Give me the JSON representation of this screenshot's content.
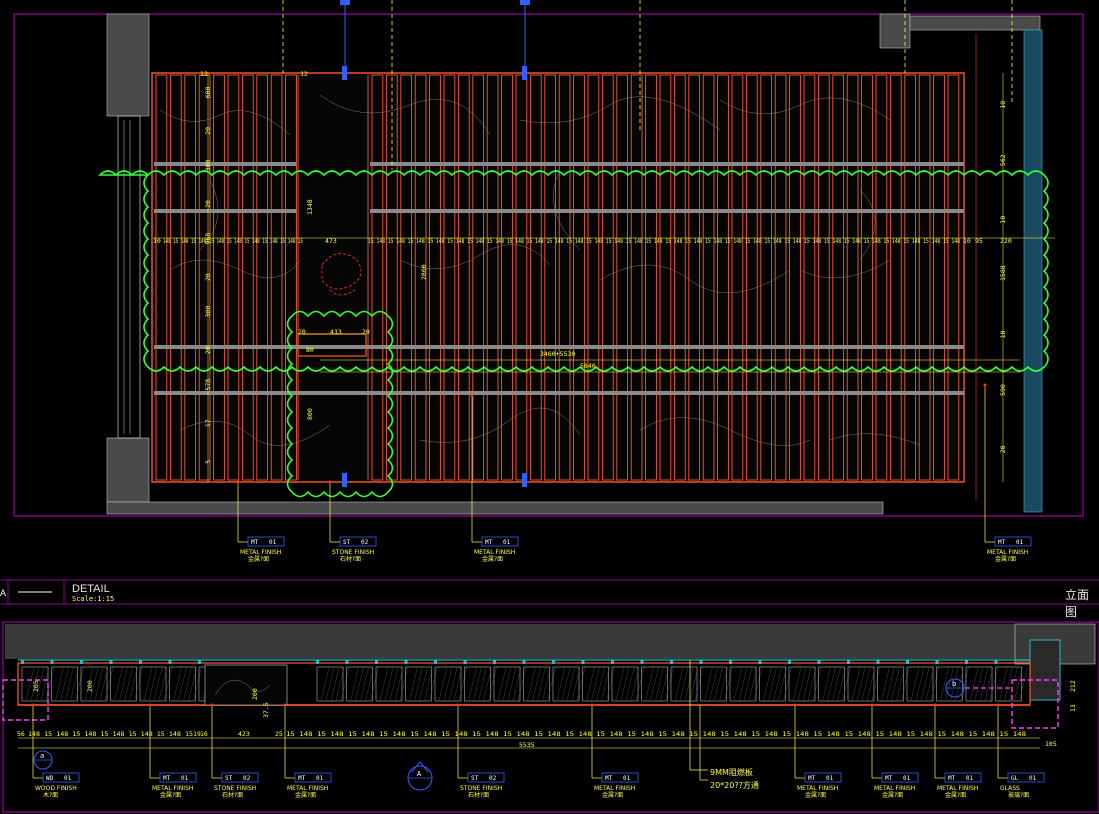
{
  "titles": {
    "detail": "DETAIL",
    "scale_label": "Scale:",
    "scale_value": "1:15",
    "elevation": "立面图",
    "section_letter": "A"
  },
  "plan": {
    "module": "148",
    "joint": "15",
    "left_end": "10",
    "gap_width": "473",
    "right_a": "10",
    "right_b": "95",
    "right_c": "220",
    "ref_a": "12",
    "ref_b": "12",
    "opening_width": "433",
    "opening_left": "20",
    "opening_right": "20",
    "opening_h": "80",
    "overall_a": "3460+5530",
    "overall_b": "5840",
    "left_dims": [
      "600",
      "20",
      "300",
      "20",
      "968",
      "20",
      "300",
      "20",
      "578",
      "17",
      "5"
    ],
    "mid_dims": [
      "1348",
      "2800",
      "800"
    ],
    "right_dims": [
      "10",
      "562",
      "10",
      "1588",
      "10",
      "590",
      "20"
    ]
  },
  "plan_callouts": [
    {
      "code": "MT",
      "num": "01",
      "en": "METAL FINISH",
      "cn": "金属?面"
    },
    {
      "code": "ST",
      "num": "02",
      "en": "STONE FINISH",
      "cn": "石材?面"
    },
    {
      "code": "MT",
      "num": "01",
      "en": "METAL FINISH",
      "cn": "金属?面"
    },
    {
      "code": "MT",
      "num": "01",
      "en": "METAL FINISH",
      "cn": "金属?面"
    }
  ],
  "section": {
    "module": "148",
    "joint": "15",
    "left_start": "56",
    "mid_a": "19",
    "mid_b": "16",
    "opening": "423",
    "opening_r": "25",
    "overall": "5535",
    "right_end": "105",
    "left_h": "205",
    "inner_h": "200",
    "opening_h": "200",
    "opening_small": "37.5",
    "right_h": "212",
    "right_small": "13",
    "note_1": "9MM阻燃板",
    "note_2": "20*20??方通",
    "marker_a": "a",
    "marker_b": "b",
    "marker_sec": "A"
  },
  "section_callouts": [
    {
      "code": "WD",
      "num": "01",
      "en": "WOOD FINISH",
      "cn": "木?面"
    },
    {
      "code": "MT",
      "num": "01",
      "en": "METAL FINISH",
      "cn": "金属?面"
    },
    {
      "code": "ST",
      "num": "02",
      "en": "STONE FINISH",
      "cn": "石材?面"
    },
    {
      "code": "MT",
      "num": "01",
      "en": "METAL FINISH",
      "cn": "金属?面"
    },
    {
      "code": "ST",
      "num": "02",
      "en": "STONE FINISH",
      "cn": "石材?面"
    },
    {
      "code": "MT",
      "num": "01",
      "en": "METAL FINISH",
      "cn": "金属?面"
    },
    {
      "code": "MT",
      "num": "01",
      "en": "METAL FINISH",
      "cn": "金属?面"
    },
    {
      "code": "MT",
      "num": "01",
      "en": "METAL FINISH",
      "cn": "金属?面"
    },
    {
      "code": "MT",
      "num": "01",
      "en": "METAL FINISH",
      "cn": "金属?面"
    },
    {
      "code": "GL",
      "num": "01",
      "en": "GLASS",
      "cn": "玻璃?面"
    }
  ],
  "colors": {
    "background": "#000000",
    "frame_magenta": "#c000c0",
    "panel_red": "#ff5a2a",
    "dim_yellow": "#ffff40",
    "cloud_green": "#33ff33",
    "wall_gray": "#4a4a4a",
    "beam_gray": "#8a8a8a",
    "cyan": "#2bb8c8",
    "blue": "#3060ff",
    "line_white": "#cfcfcf"
  }
}
